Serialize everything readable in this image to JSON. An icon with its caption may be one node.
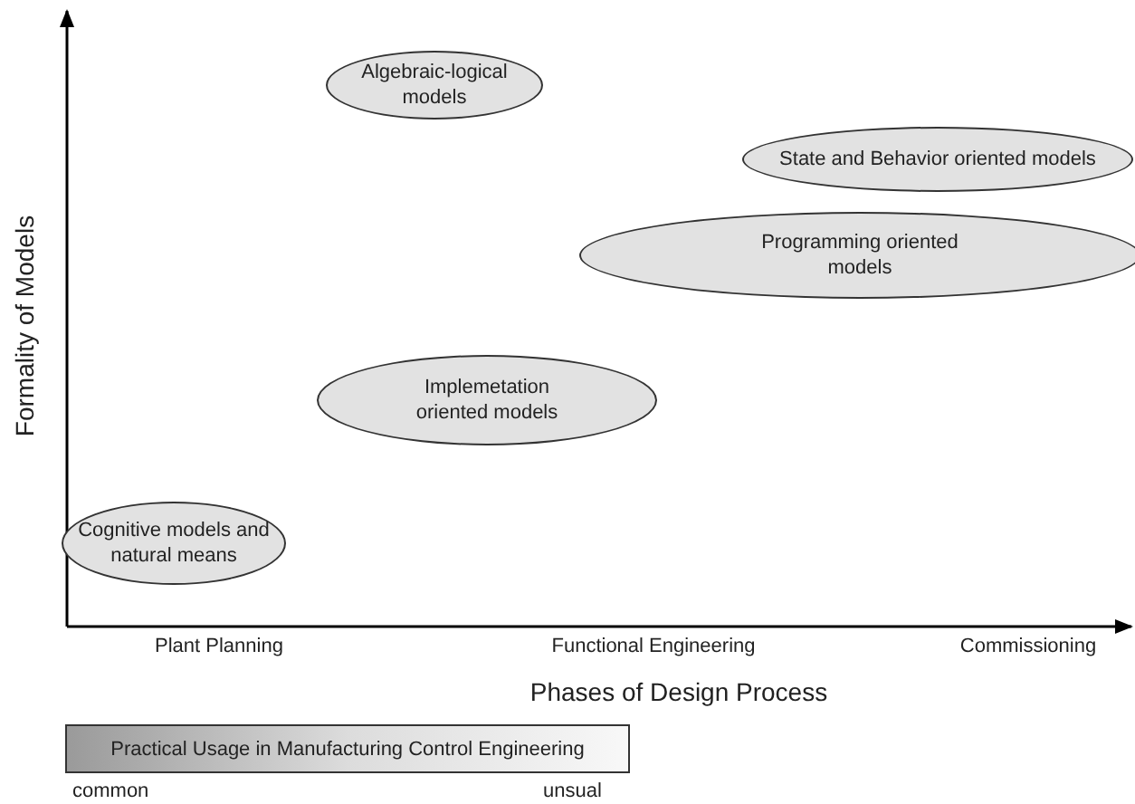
{
  "diagram": {
    "nodes": [
      {
        "text": [
          "Algebraic-logical models"
        ]
      },
      {
        "text": [
          "State and Behavior oriented models"
        ]
      },
      {
        "text": [
          "Programming oriented models"
        ]
      },
      {
        "text": [
          "Implemetation oriented models"
        ]
      },
      {
        "text": [
          "Cognitive models and natural means"
        ]
      },
      {
        "text": [
          "Practical Usage in Manufacturing Control Engineering"
        ]
      }
    ],
    "labels": [
      "Formality of Models",
      "Plant Planning",
      "Functional Engineering",
      "Commissioning",
      "Phases of Design Process",
      "common",
      "unsual"
    ]
  }
}
